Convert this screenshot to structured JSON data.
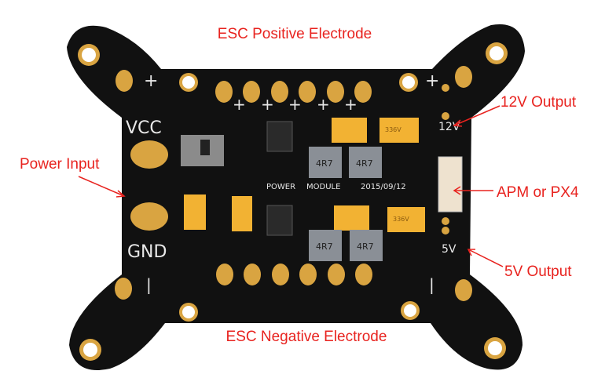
{
  "annotations": {
    "esc_positive": "ESC Positive Electrode",
    "esc_negative": "ESC Negative Electrode",
    "power_input": "Power Input",
    "out_12v": "12V Output",
    "apm_px4": "APM or PX4",
    "out_5v": "5V Output"
  },
  "board_silkscreen": {
    "vcc": "VCC",
    "gnd": "GND",
    "plus": "+",
    "minus": "|",
    "power": "POWER",
    "module": "MODULE",
    "date": "2015/09/12",
    "v12": "12V",
    "v5": "5V",
    "inductor": "4R7",
    "capacitor": "336V"
  },
  "colors": {
    "annotation": "#e8231f",
    "board": "#111111",
    "pad": "#d9a441",
    "capacitor": "#f2b233",
    "inductor": "#8a8f96"
  }
}
